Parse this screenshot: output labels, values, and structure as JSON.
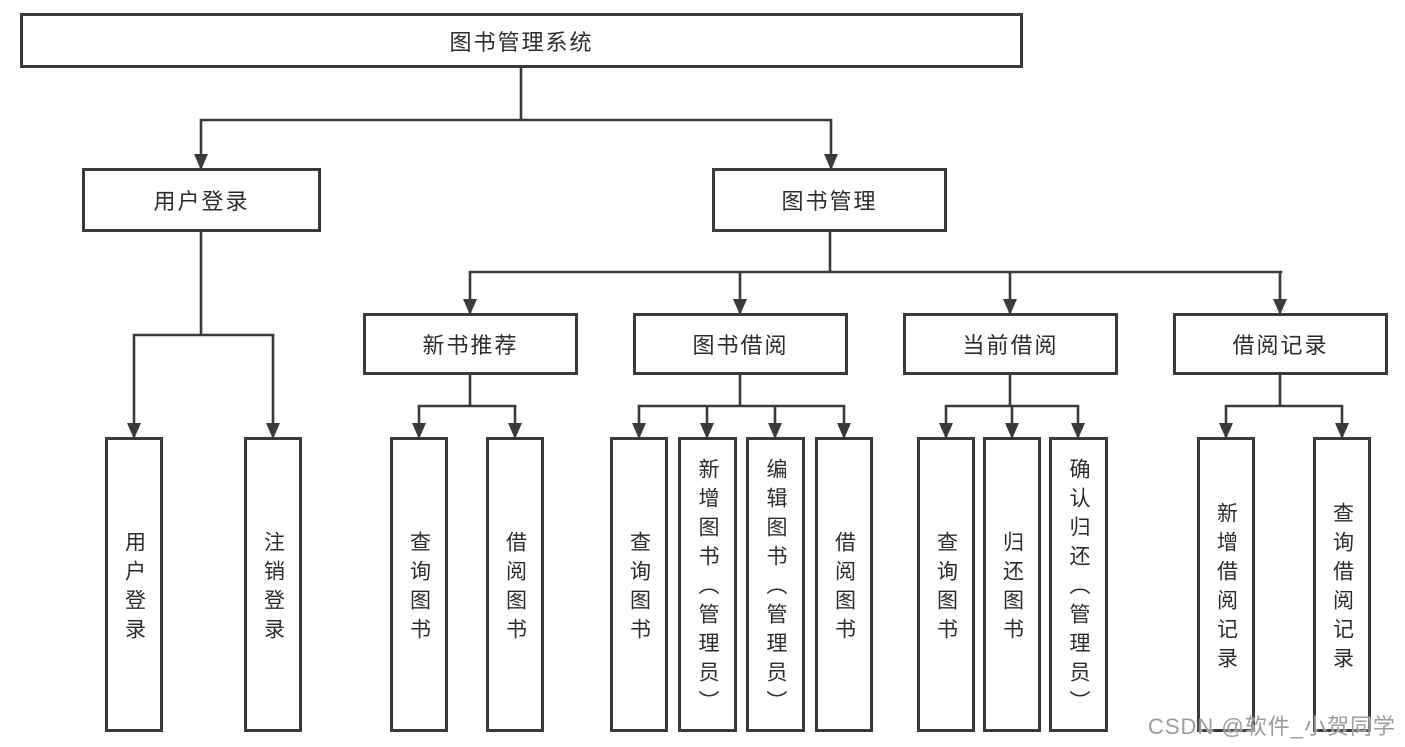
{
  "diagram": {
    "root": {
      "label": "图书管理系统"
    },
    "level2": [
      {
        "label": "用户登录",
        "children": [
          "用户登录",
          "注销登录"
        ]
      },
      {
        "label": "图书管理",
        "children": [
          {
            "label": "新书推荐",
            "children": [
              "查询图书",
              "借阅图书"
            ]
          },
          {
            "label": "图书借阅",
            "children": [
              "查询图书",
              "新增图书（管理员）",
              "编辑图书（管理员）",
              "借阅图书"
            ]
          },
          {
            "label": "当前借阅",
            "children": [
              "查询图书",
              "归还图书",
              "确认归还（管理员）"
            ]
          },
          {
            "label": "借阅记录",
            "children": [
              "新增借阅记录",
              "查询借阅记录"
            ]
          }
        ]
      }
    ]
  },
  "colors": {
    "line": "#3a3a3a",
    "text": "#2c2c2c",
    "background": "#ffffff",
    "watermark": "#9c9c9c"
  },
  "watermark": {
    "text": "CSDN @软件_小贺同学"
  }
}
